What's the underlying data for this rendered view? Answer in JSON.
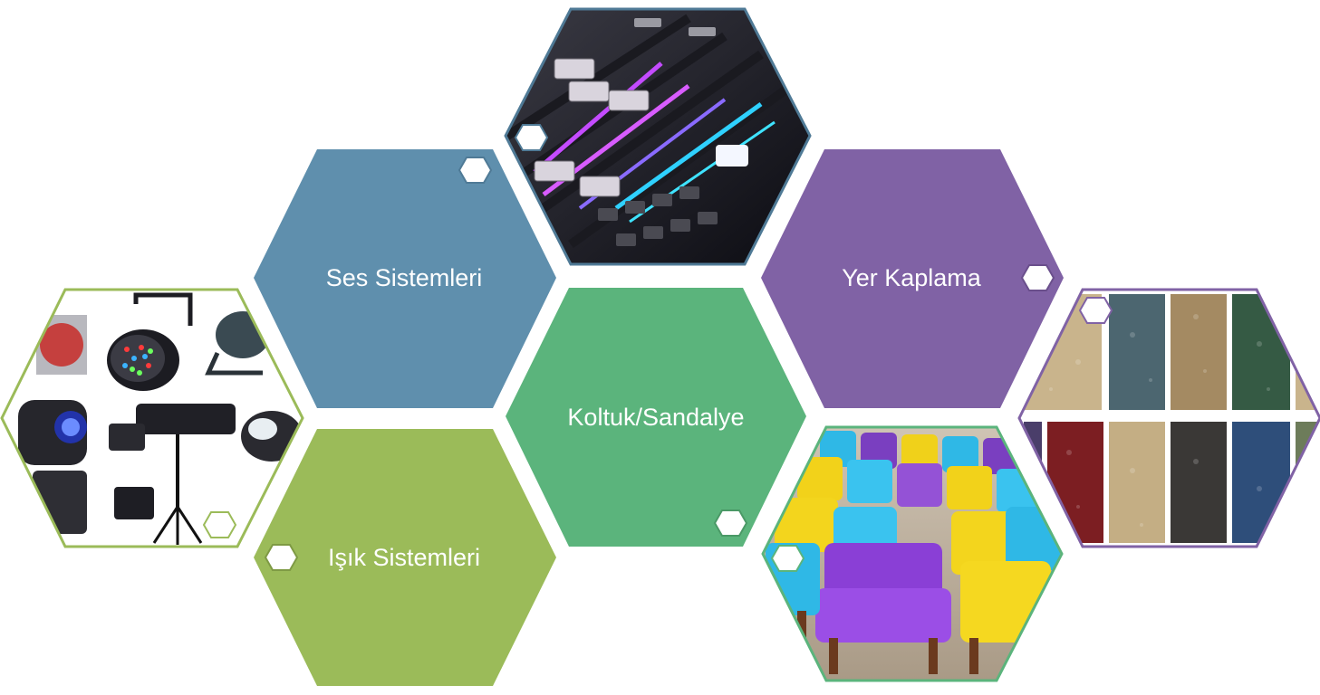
{
  "tiles": {
    "ses": {
      "label": "Ses Sistemleri",
      "color": "#5f8fad"
    },
    "isik": {
      "label": "Işık Sistemleri",
      "color": "#9bbb59"
    },
    "koltuk": {
      "label": "Koltuk/Sandalye",
      "color": "#5bb47c"
    },
    "yer": {
      "label": "Yer Kaplama",
      "color": "#8062a5"
    }
  },
  "photos": {
    "mixer": {
      "icon": "audio-mixer-photo",
      "border": "#4f7a96"
    },
    "lights": {
      "icon": "stage-lights-photo",
      "border": "#9bbb59"
    },
    "chairs": {
      "icon": "colorful-armchairs-photo",
      "border": "#5bb47c"
    },
    "carpet": {
      "icon": "carpet-samples-photo",
      "border": "#8062a5"
    }
  }
}
